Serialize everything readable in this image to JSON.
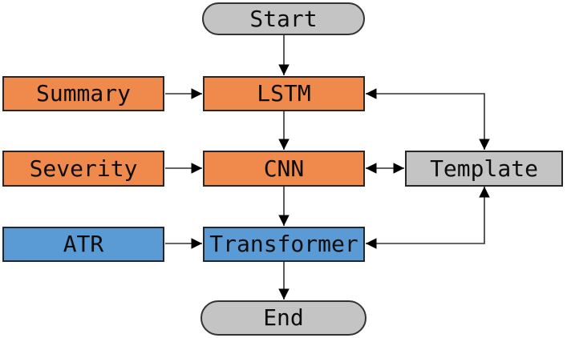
{
  "figure": {
    "type": "flowchart",
    "background": "#ffffff"
  },
  "nodes": {
    "start": {
      "label": "Start",
      "shape": "rounded",
      "fill": "#c4c4c4"
    },
    "summary": {
      "label": "Summary",
      "shape": "rectangle",
      "fill": "#ef8a4c"
    },
    "lstm": {
      "label": "LSTM",
      "shape": "rectangle",
      "fill": "#ef8a4c"
    },
    "severity": {
      "label": "Severity",
      "shape": "rectangle",
      "fill": "#ef8a4c"
    },
    "cnn": {
      "label": "CNN",
      "shape": "rectangle",
      "fill": "#ef8a4c"
    },
    "template": {
      "label": "Template",
      "shape": "rectangle",
      "fill": "#c4c4c4"
    },
    "atr": {
      "label": "ATR",
      "shape": "rectangle",
      "fill": "#5b9bd5"
    },
    "transformer": {
      "label": "Transformer",
      "shape": "rectangle",
      "fill": "#5b9bd5"
    },
    "end": {
      "label": "End",
      "shape": "rounded",
      "fill": "#c4c4c4"
    }
  },
  "edges": [
    {
      "from": "start",
      "to": "lstm",
      "direction": "uni"
    },
    {
      "from": "summary",
      "to": "lstm",
      "direction": "uni"
    },
    {
      "from": "lstm",
      "to": "cnn",
      "direction": "uni"
    },
    {
      "from": "severity",
      "to": "cnn",
      "direction": "uni"
    },
    {
      "from": "cnn",
      "to": "template",
      "direction": "bi"
    },
    {
      "from": "lstm",
      "to": "template",
      "direction": "bi"
    },
    {
      "from": "cnn",
      "to": "transformer",
      "direction": "uni"
    },
    {
      "from": "atr",
      "to": "transformer",
      "direction": "uni"
    },
    {
      "from": "transformer",
      "to": "template",
      "direction": "bi"
    },
    {
      "from": "transformer",
      "to": "end",
      "direction": "uni"
    }
  ],
  "colors": {
    "orange_fill": "#ef8a4c",
    "blue_fill": "#5b9bd5",
    "gray_fill": "#c4c4c4",
    "border": "#262626",
    "edge_line": "#303030",
    "arrowhead": "#000000",
    "text": "#0d0d0d"
  }
}
